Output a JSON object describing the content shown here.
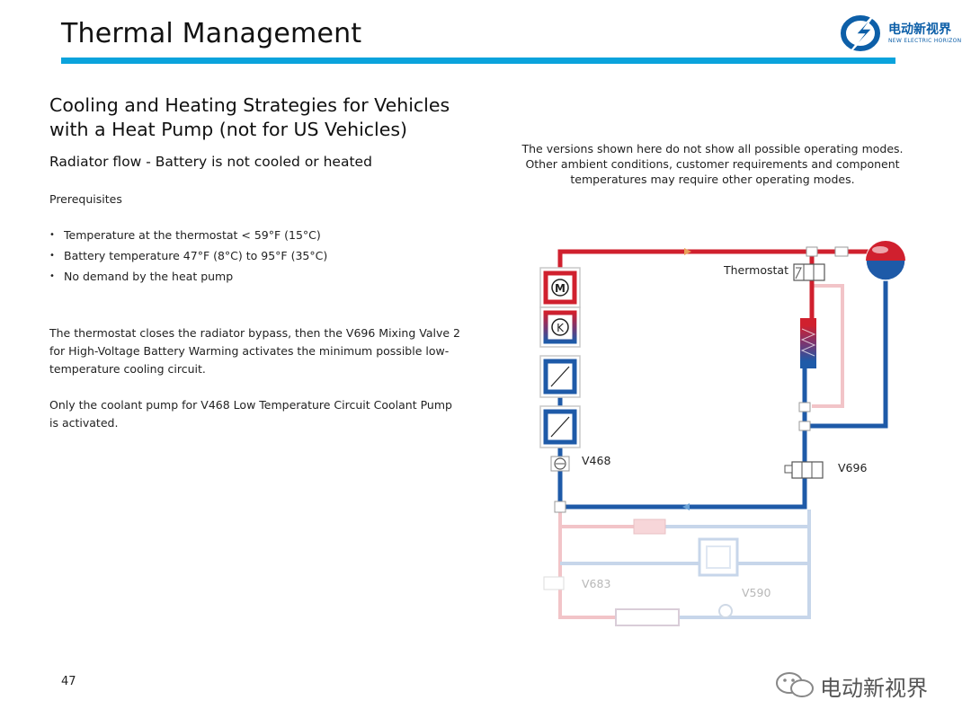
{
  "header": {
    "title": "Thermal Management",
    "accent_color": "#0aa3dc"
  },
  "logo": {
    "text_cn": "电动新视界",
    "text_en": "NEW ELECTRIC HORIZON"
  },
  "content": {
    "heading": "Cooling and Heating Strategies for Vehicles with a Heat Pump (not for US Vehicles)",
    "subheading": "Radiator flow - Battery is not cooled or heated",
    "prerequisites_label": "Prerequisites",
    "prerequisites": [
      "Temperature at the thermostat < 59°F (15°C)",
      "Battery temperature 47°F (8°C) to 95°F (35°C)",
      "No demand by the heat pump"
    ],
    "paragraphs": [
      "The thermostat closes the radiator bypass, then the V696 Mixing Valve 2 for High-Voltage Battery Warming activates the minimum possible low-temperature cooling circuit.",
      "Only the coolant pump for V468 Low Temperature Circuit Coolant Pump is activated."
    ]
  },
  "note": {
    "lines": [
      "The versions shown here do not show all possible operating modes.",
      "Other ambient conditions, customer requirements and component",
      "temperatures may require other operating modes."
    ]
  },
  "diagram": {
    "labels": {
      "thermostat": "Thermostat",
      "v468": "V468",
      "v696": "V696",
      "v683": "V683",
      "v590": "V590"
    },
    "motor_symbol": "M",
    "converter_symbol": "K",
    "colors": {
      "hot": "#d0202e",
      "cold": "#1e5aa8",
      "faded_hot": "#f2c4c8",
      "faded_cold": "#c7d6ea"
    }
  },
  "footer": {
    "page_number": "47",
    "watermark": "电动新视界"
  }
}
